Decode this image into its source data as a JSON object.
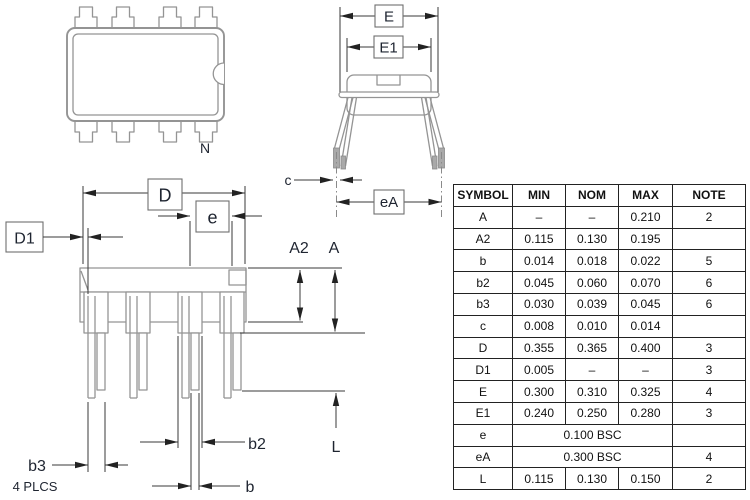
{
  "colors": {
    "outline_gray": "#949494",
    "dimension_dark": "#3a3a3a",
    "arrow_black": "#222222",
    "table_border": "#222222",
    "text": "#1e2430",
    "background": "#ffffff"
  },
  "labels": {
    "N": "N",
    "E": "E",
    "E1": "E1",
    "eA": "eA",
    "c": "c",
    "D": "D",
    "D1": "D1",
    "e": "e",
    "A2": "A2",
    "A": "A",
    "L": "L",
    "b": "b",
    "b2": "b2",
    "b3": "b3",
    "plcs": "4 PLCS"
  },
  "table": {
    "headers": [
      "SYMBOL",
      "MIN",
      "NOM",
      "MAX",
      "NOTE"
    ],
    "rows": [
      {
        "symbol": "A",
        "min": "–",
        "nom": "–",
        "max": "0.210",
        "note": "2"
      },
      {
        "symbol": "A2",
        "min": "0.115",
        "nom": "0.130",
        "max": "0.195",
        "note": ""
      },
      {
        "symbol": "b",
        "min": "0.014",
        "nom": "0.018",
        "max": "0.022",
        "note": "5"
      },
      {
        "symbol": "b2",
        "min": "0.045",
        "nom": "0.060",
        "max": "0.070",
        "note": "6"
      },
      {
        "symbol": "b3",
        "min": "0.030",
        "nom": "0.039",
        "max": "0.045",
        "note": "6"
      },
      {
        "symbol": "c",
        "min": "0.008",
        "nom": "0.010",
        "max": "0.014",
        "note": ""
      },
      {
        "symbol": "D",
        "min": "0.355",
        "nom": "0.365",
        "max": "0.400",
        "note": "3"
      },
      {
        "symbol": "D1",
        "min": "0.005",
        "nom": "–",
        "max": "–",
        "note": "3"
      },
      {
        "symbol": "E",
        "min": "0.300",
        "nom": "0.310",
        "max": "0.325",
        "note": "4"
      },
      {
        "symbol": "E1",
        "min": "0.240",
        "nom": "0.250",
        "max": "0.280",
        "note": "3"
      },
      {
        "symbol": "e",
        "bsc": "0.100 BSC",
        "note": ""
      },
      {
        "symbol": "eA",
        "bsc": "0.300 BSC",
        "note": "4"
      },
      {
        "symbol": "L",
        "min": "0.115",
        "nom": "0.130",
        "max": "0.150",
        "note": "2"
      }
    ]
  }
}
